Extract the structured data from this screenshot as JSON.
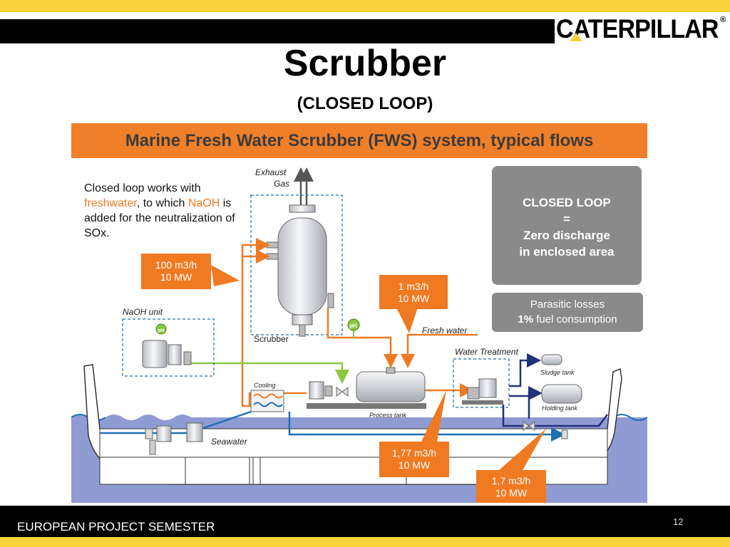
{
  "brand": {
    "name": "CATERPILLAR",
    "registered": "®"
  },
  "slide": {
    "title": "Scrubber",
    "subtitle": "(CLOSED LOOP)",
    "banner": "Marine Fresh Water Scrubber (FWS) system, typical flows"
  },
  "intro": {
    "part1": "Closed loop works with ",
    "freshwater": "freshwater",
    "part2": ", to which ",
    "naoh": "NaOH",
    "part3": " is added for the neutralization of SOx."
  },
  "closed_loop_box": {
    "line1": "CLOSED LOOP",
    "line2": "=",
    "line3": "Zero discharge",
    "line4": "in enclosed area"
  },
  "parasitic_box": {
    "line1": "Parasitic losses",
    "line2_bold": "1%",
    "line2_rest": " fuel consumption"
  },
  "callouts": {
    "scrubber_inflow": {
      "flow": "100 m3/h",
      "power": "10 MW"
    },
    "fresh_water_inflow": {
      "flow": "1 m3/h",
      "power": "10 MW"
    },
    "process_outflow": {
      "flow": "1,77 m3/h",
      "power": "10 MW"
    },
    "holding_outflow": {
      "flow": "1,7 m3/h",
      "power": "10 MW"
    }
  },
  "labels": {
    "exhaust_gas_line1": "Exhaust",
    "exhaust_gas_line2": "Gas",
    "scrubber": "Scrubber",
    "naoh_unit": "NaOH unit",
    "ph": "pH",
    "fresh_water": "Fresh water",
    "water_treatment": "Water Treatment",
    "sludge_tank": "Sludge tank",
    "holding_tank": "Holding tank",
    "cooling": "Cooling",
    "process_tank": "Process tank",
    "seawater": "Seawater"
  },
  "colors": {
    "orange_flow": "#ef7a22",
    "green_flow": "#8cc63f",
    "blue_flow": "#1e6fb3",
    "navy_flow": "#23307a",
    "sea": "#8f9bd3",
    "gray_box": "#8a8a8a",
    "accent_yellow": "#f7d238"
  },
  "footer": {
    "program": "EUROPEAN PROJECT SEMESTER",
    "page": "12"
  }
}
